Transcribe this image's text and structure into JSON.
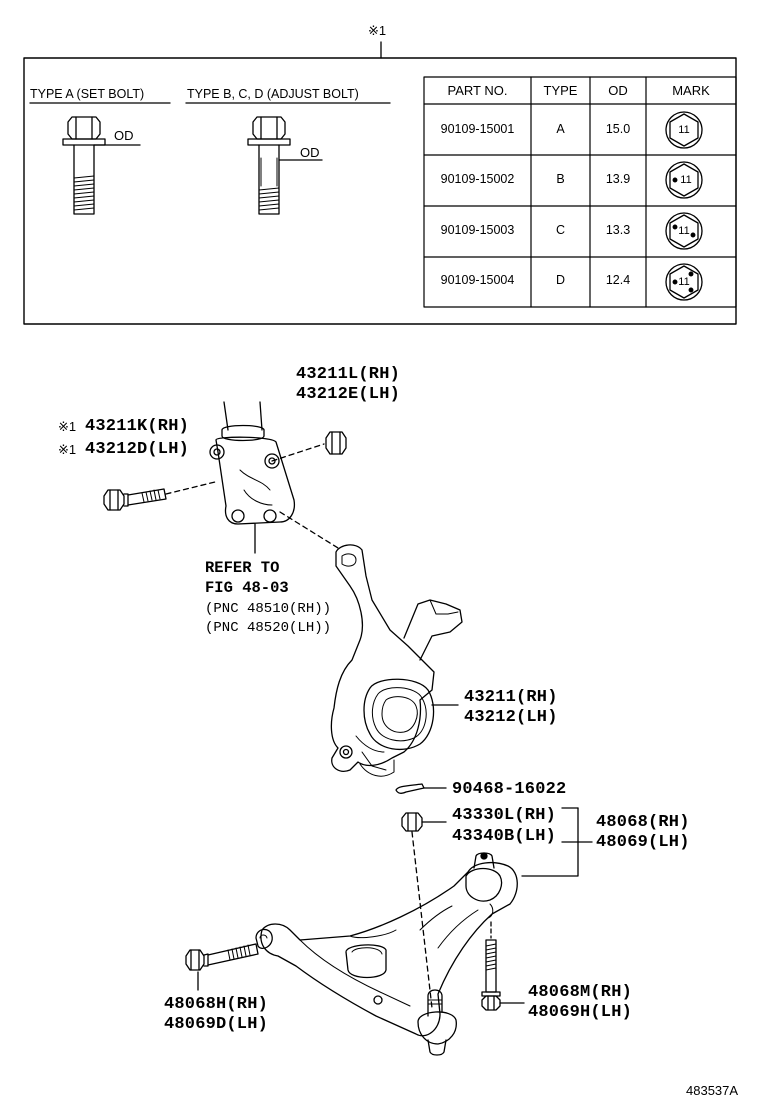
{
  "note_symbol": "※1",
  "bolt_types": {
    "type_a_label": "TYPE A (SET BOLT)",
    "type_bcd_label": "TYPE B, C, D (ADJUST BOLT)",
    "od_label": "OD"
  },
  "table": {
    "headers": [
      "PART NO.",
      "TYPE",
      "OD",
      "MARK"
    ],
    "rows": [
      {
        "part_no": "90109-15001",
        "type": "A",
        "od": "15.0",
        "mark": "11",
        "mark_dots": 0
      },
      {
        "part_no": "90109-15002",
        "type": "B",
        "od": "13.9",
        "mark": "11",
        "mark_dots": 1
      },
      {
        "part_no": "90109-15003",
        "type": "C",
        "od": "13.3",
        "mark": "11",
        "mark_dots": 2
      },
      {
        "part_no": "90109-15004",
        "type": "D",
        "od": "12.4",
        "mark": "11",
        "mark_dots": 3
      }
    ]
  },
  "callouts": {
    "nut_rh": "43211L(RH)",
    "nut_lh": "43212E(LH)",
    "bolt_mark": "※1",
    "bolt_rh": "43211K(RH)",
    "bolt_lh": "43212D(LH)",
    "refer_1": "REFER TO",
    "refer_2": "FIG 48-03",
    "pnc_rh": "(PNC 48510(RH))",
    "pnc_lh": "(PNC 48520(LH))",
    "knuckle_rh": "43211(RH)",
    "knuckle_lh": "43212(LH)",
    "cotter_pin": "90468-16022",
    "castle_nut_rh": "43330L(RH)",
    "castle_nut_lh": "43340B(LH)",
    "arm_rh": "48068(RH)",
    "arm_lh": "48069(LH)",
    "front_bolt_rh": "48068H(RH)",
    "front_bolt_lh": "48069D(LH)",
    "rear_bolt_rh": "48068M(RH)",
    "rear_bolt_lh": "48069H(LH)"
  },
  "figure_id": "483537A"
}
